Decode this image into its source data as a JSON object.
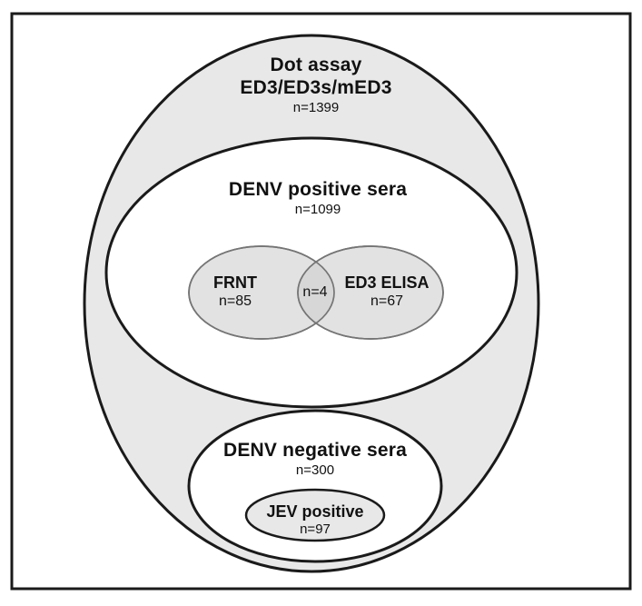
{
  "colors": {
    "frame_stroke": "#1a1a1a",
    "outer_fill": "#e8e8e8",
    "outer_stroke": "#1a1a1a",
    "white_fill": "#ffffff",
    "venn_fill": "#e2e2e2",
    "venn_overlap_fill": "#d7d7d7",
    "venn_stroke": "#757575",
    "jev_fill": "#e8e8e8",
    "text_color": "#111111"
  },
  "diagram": {
    "outer": {
      "title_line1": "Dot assay",
      "title_line2": "ED3/ED3s/mED3",
      "count": "n=1399"
    },
    "denv_positive": {
      "title": "DENV positive sera",
      "count": "n=1099"
    },
    "frnt": {
      "title": "FRNT",
      "count": "n=85"
    },
    "overlap": {
      "count": "n=4"
    },
    "ed3_elisa": {
      "title": "ED3 ELISA",
      "count": "n=67"
    },
    "denv_negative": {
      "title": "DENV negative sera",
      "count": "n=300"
    },
    "jev": {
      "title": "JEV positive",
      "count": "n=97"
    }
  }
}
